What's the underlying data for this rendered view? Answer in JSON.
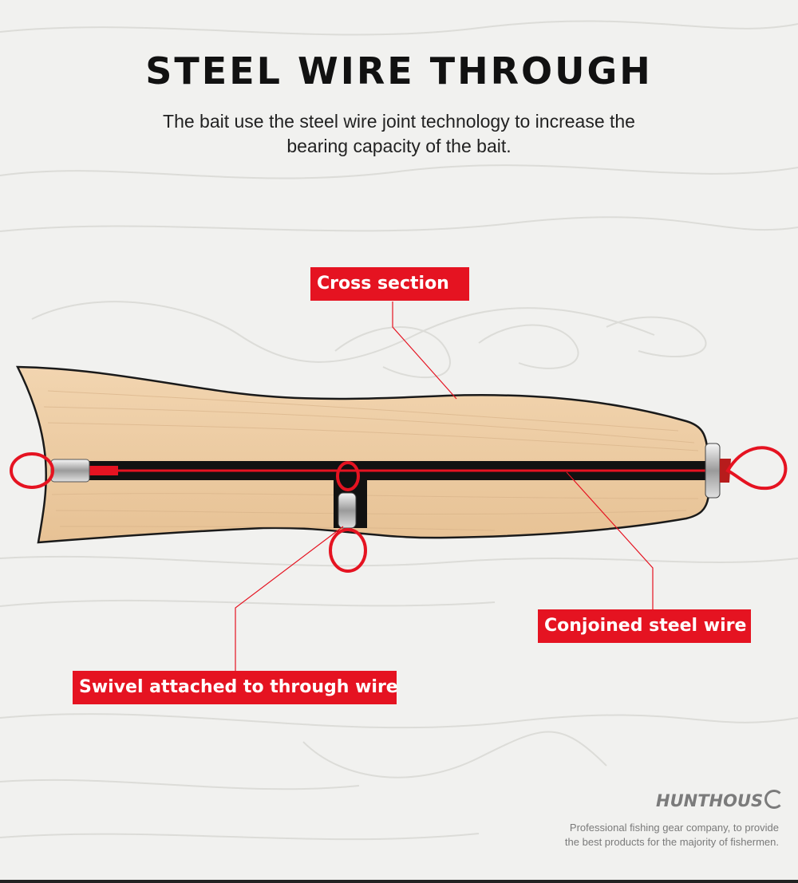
{
  "title": "STEEL WIRE THROUGH",
  "subtitle_line1": "The bait use the steel wire joint technology to increase the",
  "subtitle_line2": "bearing capacity of the bait.",
  "labels": {
    "cross_section": "Cross section",
    "conjoined_steel_wire": "Conjoined steel wire",
    "swivel": "Swivel attached to through wire"
  },
  "brand": {
    "name": "HUNTHOUS",
    "tagline_line1": "Professional fishing gear company, to provide",
    "tagline_line2": "the best products for the majority of fishermen."
  },
  "colors": {
    "accent": "#e51321",
    "wood": "#efcfa8",
    "wire": "#111111",
    "background": "#f1f1ef"
  }
}
